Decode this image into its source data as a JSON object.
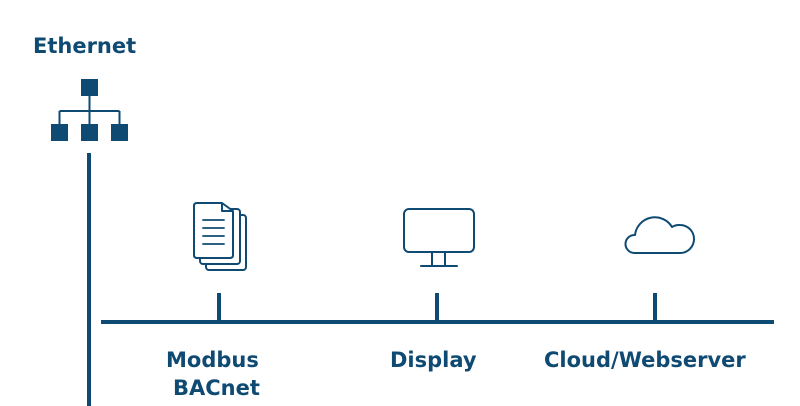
{
  "colors": {
    "primary": "#0f4a73"
  },
  "network": {
    "title": "Ethernet",
    "icon": "network-hierarchy-icon"
  },
  "nodes": [
    {
      "icon": "documents-icon",
      "labels": [
        "Modbus",
        "BACnet"
      ]
    },
    {
      "icon": "monitor-icon",
      "labels": [
        "Display"
      ]
    },
    {
      "icon": "cloud-icon",
      "labels": [
        "Cloud/Webserver"
      ]
    }
  ]
}
